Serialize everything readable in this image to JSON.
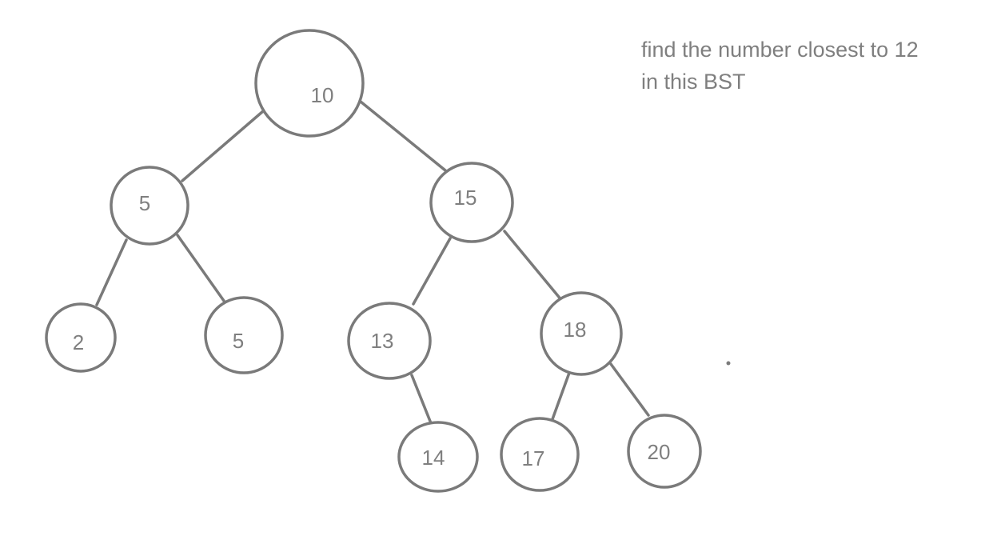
{
  "note": {
    "line1": "find the number closest to 12",
    "line2": "in this BST"
  },
  "tree": {
    "nodes": [
      {
        "id": "n10",
        "label": "10"
      },
      {
        "id": "n5a",
        "label": "5"
      },
      {
        "id": "n15",
        "label": "15"
      },
      {
        "id": "n2",
        "label": "2"
      },
      {
        "id": "n5b",
        "label": "5"
      },
      {
        "id": "n13",
        "label": "13"
      },
      {
        "id": "n18",
        "label": "18"
      },
      {
        "id": "n14",
        "label": "14"
      },
      {
        "id": "n17",
        "label": "17"
      },
      {
        "id": "n20",
        "label": "20"
      }
    ],
    "edges": [
      {
        "from": "n10",
        "to": "n5a"
      },
      {
        "from": "n10",
        "to": "n15"
      },
      {
        "from": "n5a",
        "to": "n2"
      },
      {
        "from": "n5a",
        "to": "n5b"
      },
      {
        "from": "n15",
        "to": "n13"
      },
      {
        "from": "n15",
        "to": "n18"
      },
      {
        "from": "n13",
        "to": "n14"
      },
      {
        "from": "n18",
        "to": "n17"
      },
      {
        "from": "n18",
        "to": "n20"
      }
    ]
  },
  "colors": {
    "stroke": "#7a7a7a",
    "text": "#7f7f7f",
    "background": "#ffffff"
  }
}
